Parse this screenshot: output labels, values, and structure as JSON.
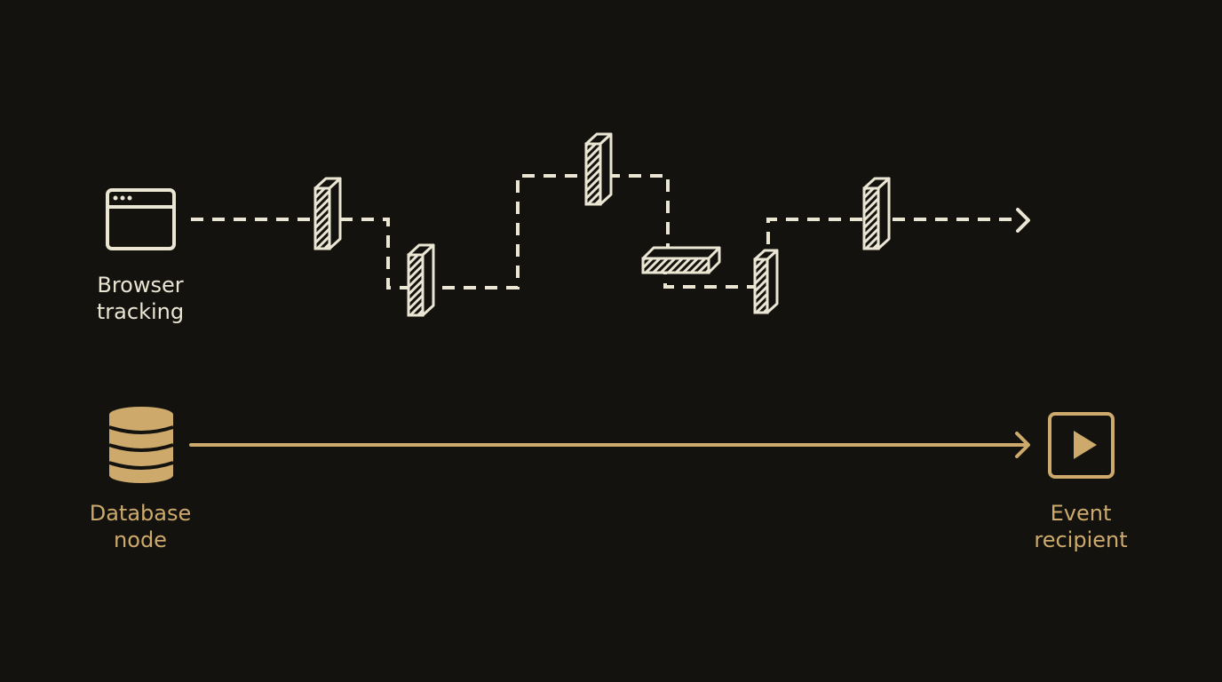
{
  "colors": {
    "background": "#13120e",
    "tracking_path": "#ebe6d4",
    "direct_path": "#cdaa6c"
  },
  "nodes": {
    "browser": {
      "icon": "browser-window-icon",
      "label_line1": "Browser",
      "label_line2": "tracking"
    },
    "database": {
      "icon": "database-icon",
      "label_line1": "Database",
      "label_line2": "node"
    },
    "event": {
      "icon": "play-box-icon",
      "label_line1": "Event",
      "label_line2": "recipient"
    }
  },
  "barriers": [
    {
      "name": "blocker-1",
      "orientation": "vertical"
    },
    {
      "name": "blocker-2",
      "orientation": "vertical"
    },
    {
      "name": "blocker-3",
      "orientation": "vertical"
    },
    {
      "name": "blocker-4",
      "orientation": "horizontal"
    },
    {
      "name": "blocker-5",
      "orientation": "vertical"
    },
    {
      "name": "blocker-6",
      "orientation": "vertical"
    }
  ],
  "paths": {
    "tracking": {
      "style": "dashed",
      "icon": "chevron-right-icon"
    },
    "direct": {
      "style": "solid",
      "icon": "arrow-right-icon"
    }
  }
}
